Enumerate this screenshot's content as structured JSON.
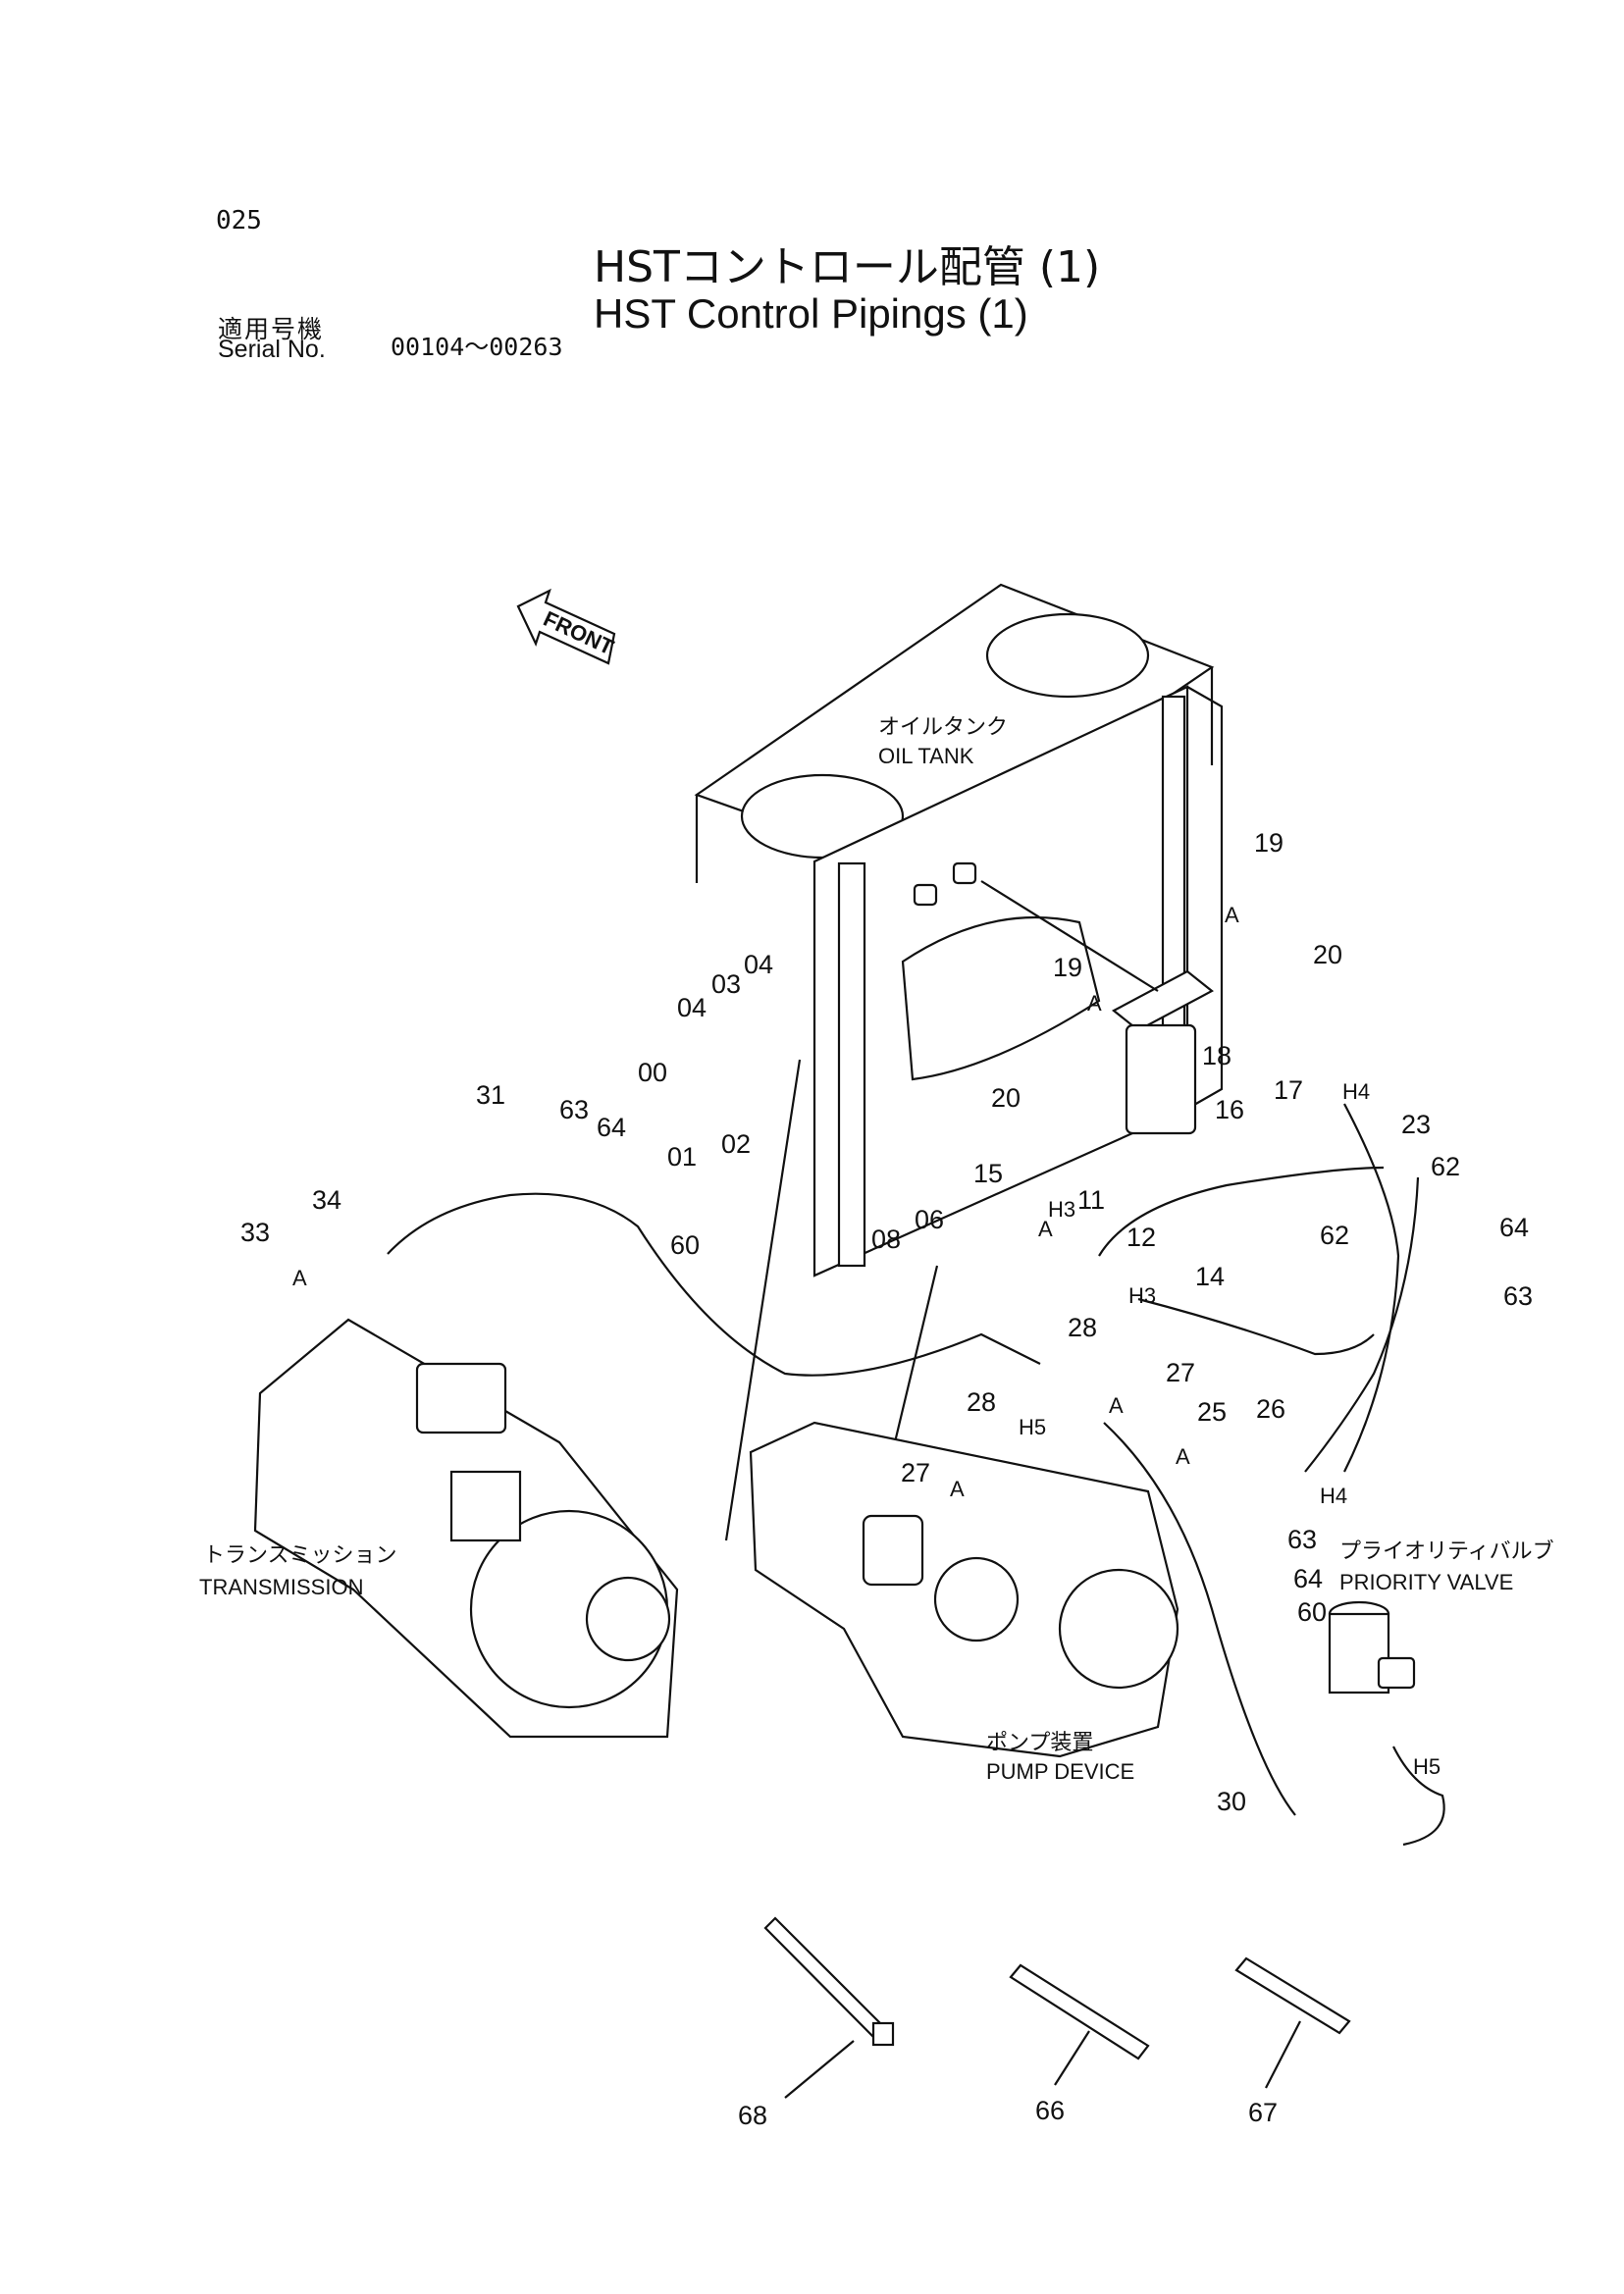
{
  "page_number": "025",
  "title_jp": "HSTコントロール配管 (1)",
  "title_en": "HST Control Pipings (1)",
  "serial": {
    "label_jp": "適用号機",
    "label_en": "Serial No.",
    "range": "00104～00263"
  },
  "front_label": "FRONT",
  "components": {
    "oil_tank_jp": "オイルタンク",
    "oil_tank_en": "OIL TANK",
    "transmission_jp": "トランスミッション",
    "transmission_en": "TRANSMISSION",
    "pump_jp": "ポンプ装置",
    "pump_en": "PUMP DEVICE",
    "priority_jp": "プライオリティバルブ",
    "priority_en": "PRIORITY VALVE"
  },
  "callouts": [
    "00",
    "01",
    "02",
    "03",
    "04",
    "04",
    "06",
    "08",
    "11",
    "12",
    "14",
    "15",
    "16",
    "17",
    "18",
    "19",
    "19",
    "20",
    "20",
    "23",
    "25",
    "26",
    "27",
    "27",
    "28",
    "28",
    "30",
    "31",
    "33",
    "34",
    "60",
    "60",
    "62",
    "62",
    "63",
    "63",
    "63",
    "64",
    "64",
    "64",
    "66",
    "67",
    "68"
  ],
  "hose_marks": [
    "H3",
    "H3",
    "H4",
    "H4",
    "H5",
    "H5"
  ],
  "detail_mark": "A"
}
